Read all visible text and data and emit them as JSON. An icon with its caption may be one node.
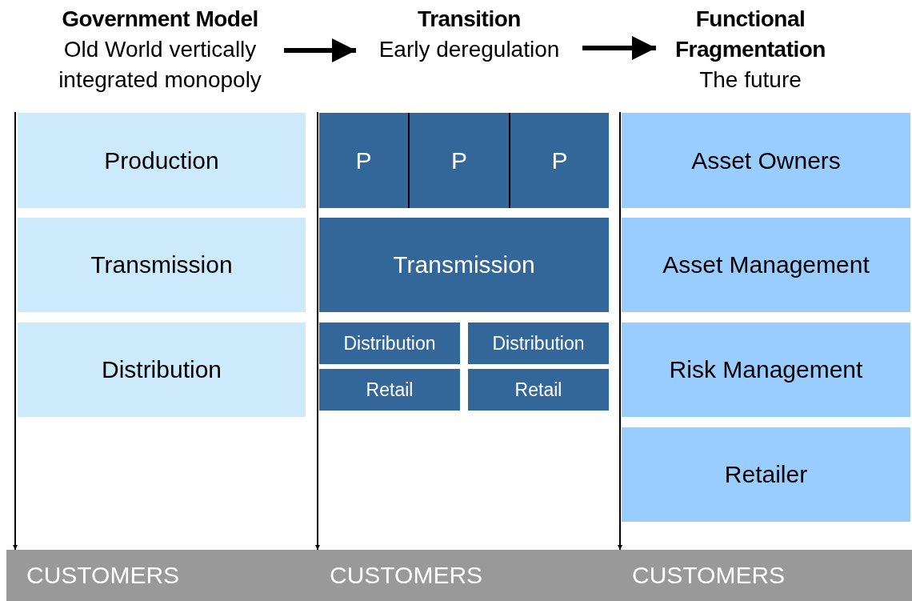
{
  "diagram": {
    "nodes": [
      {
        "text": [
          "Government Model",
          "Old World vertically integrated monopoly"
        ]
      },
      {
        "text": [
          "Transition",
          "Early deregulation"
        ]
      },
      {
        "text": [
          "Functional Fragmentation",
          "The future"
        ]
      },
      {
        "text": [
          "Production"
        ]
      },
      {
        "text": [
          "Transmission"
        ]
      },
      {
        "text": [
          "Distribution"
        ]
      },
      {
        "text": [
          "P"
        ]
      },
      {
        "text": [
          "P"
        ]
      },
      {
        "text": [
          "P"
        ]
      },
      {
        "text": [
          "Transmission"
        ]
      },
      {
        "text": [
          "Distribution"
        ]
      },
      {
        "text": [
          "Distribution"
        ]
      },
      {
        "text": [
          "Retail"
        ]
      },
      {
        "text": [
          "Retail"
        ]
      },
      {
        "text": [
          "Asset Owners"
        ]
      },
      {
        "text": [
          "Asset Management"
        ]
      },
      {
        "text": [
          "Risk Management"
        ]
      },
      {
        "text": [
          "Retailer"
        ]
      },
      {
        "text": [
          "CUSTOMERS"
        ]
      },
      {
        "text": [
          "CUSTOMERS"
        ]
      },
      {
        "text": [
          "CUSTOMERS"
        ]
      }
    ],
    "edges": [
      {
        "from": 0,
        "to": 1,
        "arrow": "to",
        "style": "thick"
      },
      {
        "from": 1,
        "to": 2,
        "arrow": "to",
        "style": "thick"
      },
      {
        "from": 3,
        "to": 18,
        "arrow": "to"
      },
      {
        "from": 6,
        "to": 19,
        "arrow": "to"
      },
      {
        "from": 14,
        "to": 20,
        "arrow": "to"
      }
    ]
  }
}
